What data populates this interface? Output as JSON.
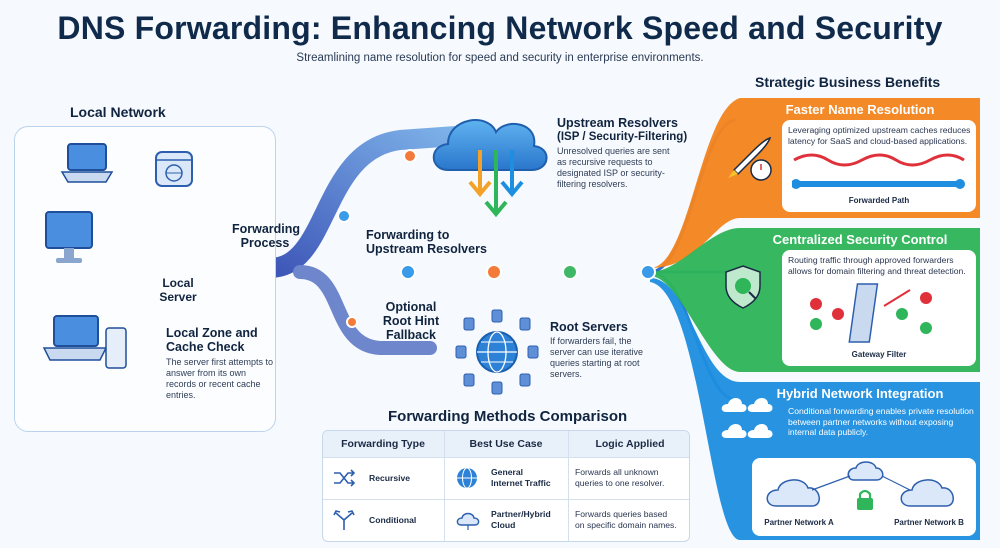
{
  "title": "DNS Forwarding: Enhancing Network Speed and Security",
  "subtitle": "Streamlining name resolution for speed and security in enterprise environments.",
  "local_network": {
    "heading": "Local Network",
    "server_label_1": "Local",
    "server_label_2": "Server",
    "cache_title_1": "Local Zone and",
    "cache_title_2": "Cache Check",
    "cache_desc": "The server first attempts to answer from its own records or recent cache entries."
  },
  "flow": {
    "forwarding_process_1": "Forwarding",
    "forwarding_process_2": "Process",
    "forwarding_upstream_1": "Forwarding to",
    "forwarding_upstream_2": "Upstream Resolvers",
    "optional_1": "Optional",
    "optional_2": "Root Hint",
    "optional_3": "Fallback"
  },
  "upstream": {
    "title_1": "Upstream Resolvers",
    "title_2": "(ISP / Security-Filtering)",
    "desc": "Unresolved queries are sent as recursive requests to designated ISP or security-filtering resolvers."
  },
  "root_servers": {
    "title": "Root Servers",
    "desc": "If forwarders fail, the server can use iterative queries starting at root servers."
  },
  "benefits": {
    "heading": "Strategic Business Benefits",
    "faster": {
      "title": "Faster Name Resolution",
      "desc": "Leveraging optimized upstream caches reduces latency for SaaS and cloud-based applications.",
      "caption": "Forwarded Path",
      "color": "#f4841f"
    },
    "security": {
      "title": "Centralized Security Control",
      "desc": "Routing traffic through approved forwarders allows for domain filtering and threat detection.",
      "caption": "Gateway Filter",
      "color": "#2fb55a"
    },
    "hybrid": {
      "title": "Hybrid Network Integration",
      "desc": "Conditional forwarding enables private resolution between partner networks without exposing internal data publicly.",
      "partner_a": "Partner Network A",
      "partner_b": "Partner Network B",
      "color": "#1e8fe0"
    }
  },
  "comparison": {
    "heading": "Forwarding Methods Comparison",
    "headers": [
      "Forwarding Type",
      "Best Use Case",
      "Logic Applied"
    ],
    "rows": [
      {
        "type": "Recursive",
        "use_case_1": "General",
        "use_case_2": "Internet Traffic",
        "logic_1": "Forwards all unknown",
        "logic_2": "queries to one resolver."
      },
      {
        "type": "Conditional",
        "use_case_1": "Partner/Hybrid",
        "use_case_2": "Cloud",
        "logic_1": "Forwards queries based",
        "logic_2": "on specific domain names."
      }
    ]
  },
  "icons": [
    "laptop-icon",
    "browser-icon",
    "monitor-icon",
    "desktop-icon",
    "brain-icon",
    "cloud-icon",
    "globe-icon",
    "rocket-icon",
    "stopwatch-icon",
    "shield-icon",
    "firewall-icon",
    "lock-icon",
    "shuffle-icon",
    "split-arrows-icon"
  ]
}
